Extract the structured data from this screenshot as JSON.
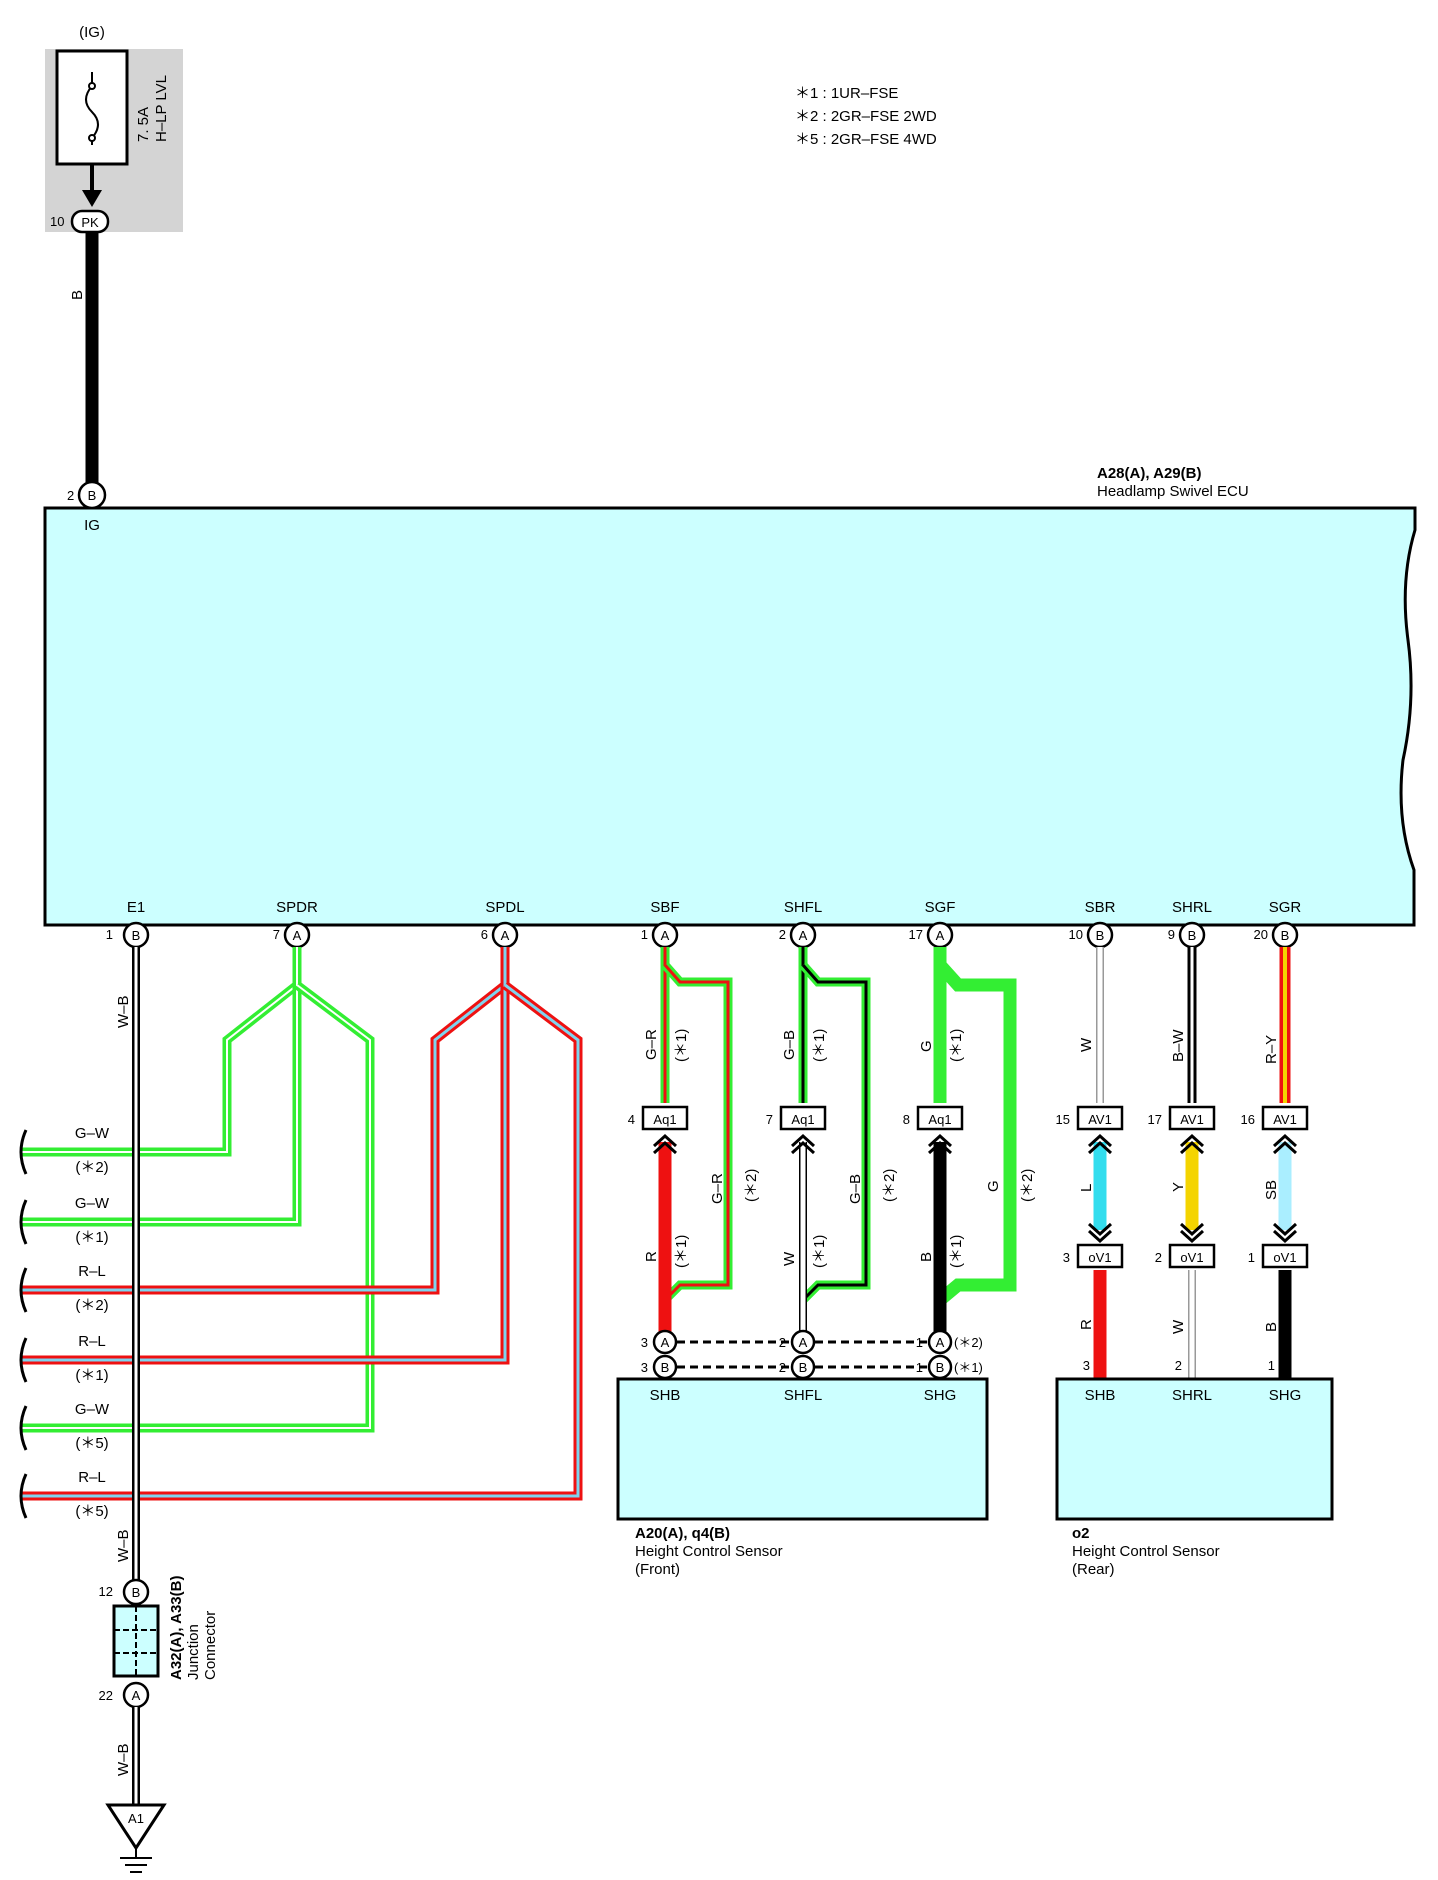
{
  "notes": [
    "＊1 : 1UR–FSE",
    "＊2 : 2GR–FSE 2WD",
    "＊5 : 2GR–FSE 4WD"
  ],
  "fuse": {
    "ig": "(IG)",
    "rating": "7. 5A",
    "name": "H–LP LVL",
    "pin": "10",
    "connector": "PK",
    "wire": "B"
  },
  "ecu": {
    "code": "A28(A), A29(B)",
    "name": "Headlamp Swivel ECU",
    "ig_pin": "2",
    "ig_conn": "B",
    "ig_label": "IG",
    "terminals": [
      {
        "name": "E1",
        "pin": "1",
        "conn": "B"
      },
      {
        "name": "SPDR",
        "pin": "7",
        "conn": "A"
      },
      {
        "name": "SPDL",
        "pin": "6",
        "conn": "A"
      },
      {
        "name": "SBF",
        "pin": "1",
        "conn": "A"
      },
      {
        "name": "SHFL",
        "pin": "2",
        "conn": "A"
      },
      {
        "name": "SGF",
        "pin": "17",
        "conn": "A"
      },
      {
        "name": "SBR",
        "pin": "10",
        "conn": "B"
      },
      {
        "name": "SHRL",
        "pin": "9",
        "conn": "B"
      },
      {
        "name": "SGR",
        "pin": "20",
        "conn": "B"
      }
    ]
  },
  "left_wires": [
    {
      "color": "G–W",
      "note": "(＊2)"
    },
    {
      "color": "G–W",
      "note": "(＊1)"
    },
    {
      "color": "R–L",
      "note": "(＊2)"
    },
    {
      "color": "R–L",
      "note": "(＊1)"
    },
    {
      "color": "G–W",
      "note": "(＊5)"
    },
    {
      "color": "R–L",
      "note": "(＊5)"
    }
  ],
  "ground_wire": {
    "top": "W–B",
    "mid": "W–B",
    "bottom": "W–B",
    "ground": "A1"
  },
  "junction": {
    "code": "A32(A), A33(B)",
    "name1": "Junction",
    "name2": "Connector",
    "pin_top": "12",
    "conn_top": "B",
    "pin_bottom": "22",
    "conn_bottom": "A"
  },
  "front_channels": [
    {
      "upper_color": "G–R",
      "upper_note": "(＊1)",
      "jpin": "4",
      "jconn": "Aq1",
      "lower_color": "R",
      "lower_note": "(＊1)",
      "bypass_color": "G–R",
      "bypass_note": "(＊2)"
    },
    {
      "upper_color": "G–B",
      "upper_note": "(＊1)",
      "jpin": "7",
      "jconn": "Aq1",
      "lower_color": "W",
      "lower_note": "(＊1)",
      "bypass_color": "G–B",
      "bypass_note": "(＊2)"
    },
    {
      "upper_color": "G",
      "upper_note": "(＊1)",
      "jpin": "8",
      "jconn": "Aq1",
      "lower_color": "B",
      "lower_note": "(＊1)",
      "bypass_color": "G",
      "bypass_note": "(＊2)"
    }
  ],
  "front_sensor": {
    "code": "A20(A), q4(B)",
    "name": "Height Control Sensor",
    "sub": "(Front)",
    "row_a": {
      "pins": [
        "3",
        "2",
        "1"
      ],
      "conn": "A",
      "note": "(＊2)"
    },
    "row_b": {
      "pins": [
        "3",
        "2",
        "1"
      ],
      "conn": "B",
      "note": "(＊1)"
    },
    "labels": [
      "SHB",
      "SHFL",
      "SHG"
    ]
  },
  "rear_channels": [
    {
      "upper_color": "W",
      "jpin": "15",
      "jconn": "AV1",
      "mid_color": "L",
      "opin": "3",
      "oconn": "oV1",
      "lower_color": "R",
      "spin": "3"
    },
    {
      "upper_color": "B–W",
      "jpin": "17",
      "jconn": "AV1",
      "mid_color": "Y",
      "opin": "2",
      "oconn": "oV1",
      "lower_color": "W",
      "spin": "2"
    },
    {
      "upper_color": "R–Y",
      "jpin": "16",
      "jconn": "AV1",
      "mid_color": "SB",
      "opin": "1",
      "oconn": "oV1",
      "lower_color": "B",
      "spin": "1"
    }
  ],
  "rear_sensor": {
    "code": "o2",
    "name": "Height Control Sensor",
    "sub": "(Rear)",
    "labels": [
      "SHB",
      "SHRL",
      "SHG"
    ]
  },
  "colors": {
    "ecu_fill": "#ccffff",
    "fuse_bg": "#d4d4d4",
    "green": "#33ee33",
    "red": "#ee1111",
    "lightblue": "#7fd4ee",
    "cyan": "#33ddee",
    "yellow": "#f4d400"
  }
}
